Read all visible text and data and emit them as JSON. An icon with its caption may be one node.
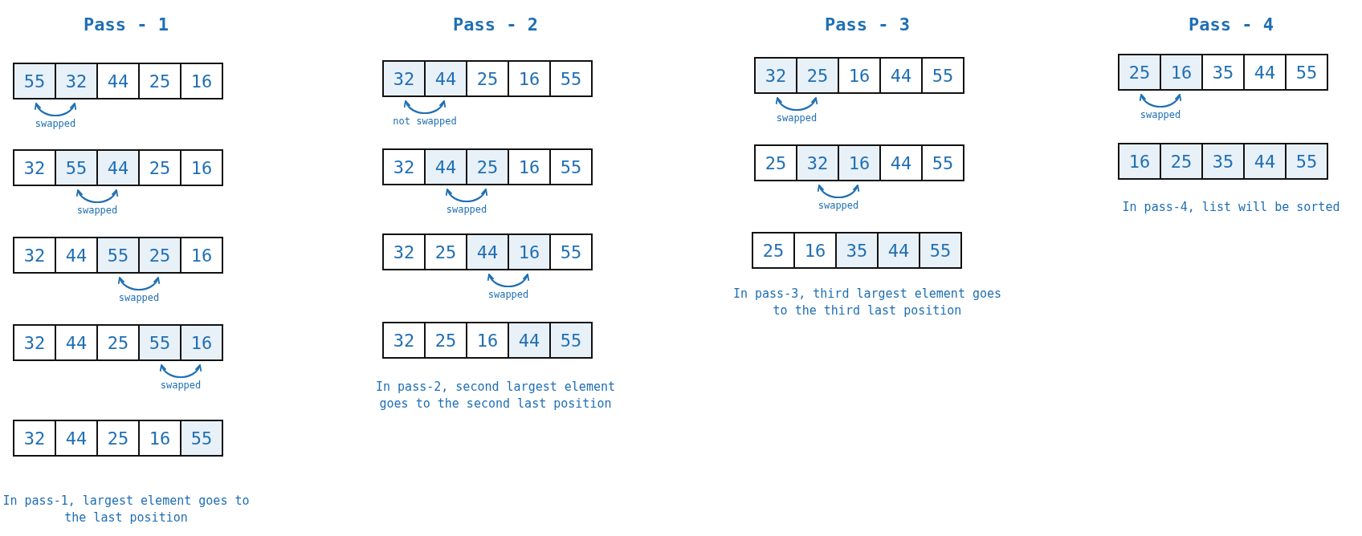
{
  "diagram": {
    "nodes": [
      {
        "text": [
          "55"
        ]
      },
      {
        "text": [
          "32"
        ]
      },
      {
        "text": [
          "44"
        ]
      },
      {
        "text": [
          "25"
        ]
      },
      {
        "text": [
          "16"
        ]
      },
      {
        "text": [
          "32"
        ]
      },
      {
        "text": [
          "55"
        ]
      },
      {
        "text": [
          "44"
        ]
      },
      {
        "text": [
          "25"
        ]
      },
      {
        "text": [
          "16"
        ]
      },
      {
        "text": [
          "32"
        ]
      },
      {
        "text": [
          "44"
        ]
      },
      {
        "text": [
          "55"
        ]
      },
      {
        "text": [
          "25"
        ]
      },
      {
        "text": [
          "16"
        ]
      },
      {
        "text": [
          "32"
        ]
      },
      {
        "text": [
          "44"
        ]
      },
      {
        "text": [
          "25"
        ]
      },
      {
        "text": [
          "55"
        ]
      },
      {
        "text": [
          "16"
        ]
      },
      {
        "text": [
          "32"
        ]
      },
      {
        "text": [
          "44"
        ]
      },
      {
        "text": [
          "25"
        ]
      },
      {
        "text": [
          "16"
        ]
      },
      {
        "text": [
          "55"
        ]
      },
      {
        "text": [
          "32"
        ]
      },
      {
        "text": [
          "44"
        ]
      },
      {
        "text": [
          "25"
        ]
      },
      {
        "text": [
          "16"
        ]
      },
      {
        "text": [
          "55"
        ]
      },
      {
        "text": [
          "32"
        ]
      },
      {
        "text": [
          "44"
        ]
      },
      {
        "text": [
          "25"
        ]
      },
      {
        "text": [
          "16"
        ]
      },
      {
        "text": [
          "55"
        ]
      },
      {
        "text": [
          "32"
        ]
      },
      {
        "text": [
          "25"
        ]
      },
      {
        "text": [
          "44"
        ]
      },
      {
        "text": [
          "16"
        ]
      },
      {
        "text": [
          "55"
        ]
      },
      {
        "text": [
          "32"
        ]
      },
      {
        "text": [
          "25"
        ]
      },
      {
        "text": [
          "16"
        ]
      },
      {
        "text": [
          "44"
        ]
      },
      {
        "text": [
          "55"
        ]
      },
      {
        "text": [
          "32"
        ]
      },
      {
        "text": [
          "25"
        ]
      },
      {
        "text": [
          "16"
        ]
      },
      {
        "text": [
          "44"
        ]
      },
      {
        "text": [
          "55"
        ]
      },
      {
        "text": [
          "25"
        ]
      },
      {
        "text": [
          "32"
        ]
      },
      {
        "text": [
          "16"
        ]
      },
      {
        "text": [
          "44"
        ]
      },
      {
        "text": [
          "55"
        ]
      },
      {
        "text": [
          "25"
        ]
      },
      {
        "text": [
          "16"
        ]
      },
      {
        "text": [
          "35"
        ]
      },
      {
        "text": [
          "44"
        ]
      },
      {
        "text": [
          "55"
        ]
      },
      {
        "text": [
          "25"
        ]
      },
      {
        "text": [
          "16"
        ]
      },
      {
        "text": [
          "35"
        ]
      },
      {
        "text": [
          "44"
        ]
      },
      {
        "text": [
          "55"
        ]
      },
      {
        "text": [
          "16"
        ]
      },
      {
        "text": [
          "25"
        ]
      },
      {
        "text": [
          "35"
        ]
      },
      {
        "text": [
          "44"
        ]
      },
      {
        "text": [
          "55"
        ]
      }
    ],
    "edges": [
      {
        "from": 0,
        "to": 1,
        "arrow": "both",
        "label": "swapped"
      },
      {
        "from": 6,
        "to": 7,
        "arrow": "both",
        "label": "swapped"
      },
      {
        "from": 12,
        "to": 13,
        "arrow": "both",
        "label": "swapped"
      },
      {
        "from": 18,
        "to": 19,
        "arrow": "both",
        "label": "swapped"
      },
      {
        "from": 25,
        "to": 26,
        "arrow": "both",
        "label": "not swapped"
      },
      {
        "from": 31,
        "to": 32,
        "arrow": "both",
        "label": "swapped"
      },
      {
        "from": 37,
        "to": 38,
        "arrow": "both",
        "label": "swapped"
      },
      {
        "from": 45,
        "to": 46,
        "arrow": "both",
        "label": "swapped"
      },
      {
        "from": 51,
        "to": 52,
        "arrow": "both",
        "label": "swapped"
      },
      {
        "from": 60,
        "to": 61,
        "arrow": "both",
        "label": "swapped"
      }
    ],
    "labels": [
      "Pass - 1",
      "Pass - 2",
      "Pass - 3",
      "Pass - 4",
      "In pass-1, largest element goes to the last position",
      "In pass-2, second largest element goes to the second last position",
      "In pass-3, third largest element goes to the third last position",
      "In pass-4, list will be sorted"
    ]
  }
}
